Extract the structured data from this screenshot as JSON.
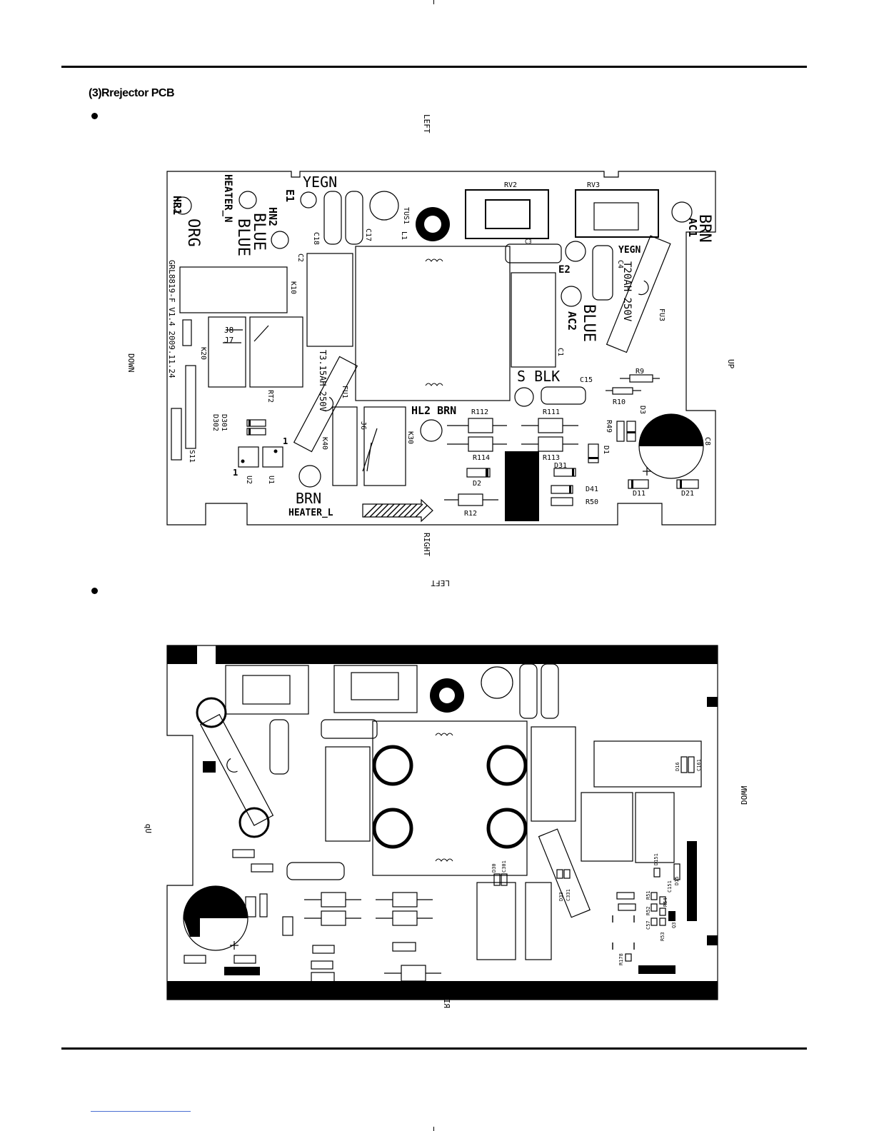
{
  "section_title": "(3)Rrejector PCB",
  "pcb_top": {
    "orient": {
      "top": "LEFT",
      "bottom": "RIGHT",
      "left": "DOWN",
      "right": "UP"
    },
    "labels": {
      "yegn": "YEGN",
      "e1": "E1",
      "heater_n": "HEATER_N",
      "hr1": "HR1",
      "org": "ORG",
      "hn2": "HN2",
      "blue1": "BLUE",
      "blue2": "BLUE",
      "c18": "C18",
      "c17": "C17",
      "tus1": "TUS1",
      "l1": "L1",
      "rv2": "RV2",
      "rv3": "RV3",
      "brn_ac1": "BRN",
      "ac1": "AC1",
      "c2": "C2",
      "k10": "K10",
      "model": "GRL8819-F V1.4  2009.11.24",
      "c3": "C3",
      "e2": "E2",
      "yegn2": "YEGN",
      "c4": "C4",
      "t20ah": "T20AH 250V",
      "fu3": "FU3",
      "blue_ac2": "BLUE",
      "ac2": "AC2",
      "c1": "C1",
      "j8": "J8",
      "j7": "J7",
      "k20": "K20",
      "rt2": "RT2",
      "t315": "T3.15AH 250V",
      "fu1": "FU1",
      "s_blk": "S BLK",
      "c15": "C15",
      "r9": "R9",
      "r10": "R10",
      "hl2": "HL2 BRN",
      "r112": "R112",
      "r111": "R111",
      "d3": "D3",
      "r49": "R49",
      "c8": "C8",
      "d302": "D302",
      "d301": "D301",
      "s11": "S11",
      "j6": "J6",
      "k30": "K30",
      "k40": "K40",
      "r114": "R114",
      "r113": "R113",
      "d1": "D1",
      "d31": "D31",
      "u2": "U2",
      "u1": "U1",
      "one_a": "1",
      "one_b": "1",
      "d2": "D2",
      "d41": "D41",
      "d11": "D11",
      "d21": "D21",
      "brn": "BRN",
      "heater_l": "HEATER_L",
      "r50": "R50",
      "r12": "R12"
    }
  },
  "pcb_bottom": {
    "orient": {
      "top": "LEFT",
      "bottom": "RIGHT",
      "left": "Up",
      "right": "DOWN"
    },
    "labels": {
      "d30": "D30",
      "c301": "C301",
      "d33": "D33",
      "c331": "C331",
      "d16": "D16",
      "c161": "C161",
      "d151": "D151",
      "c151": "C151",
      "d15": "D15",
      "r51": "R51",
      "r52": "R52",
      "r54": "R54",
      "c57": "C57",
      "r53": "R53",
      "q3": "Q3",
      "r178": "R178"
    }
  }
}
